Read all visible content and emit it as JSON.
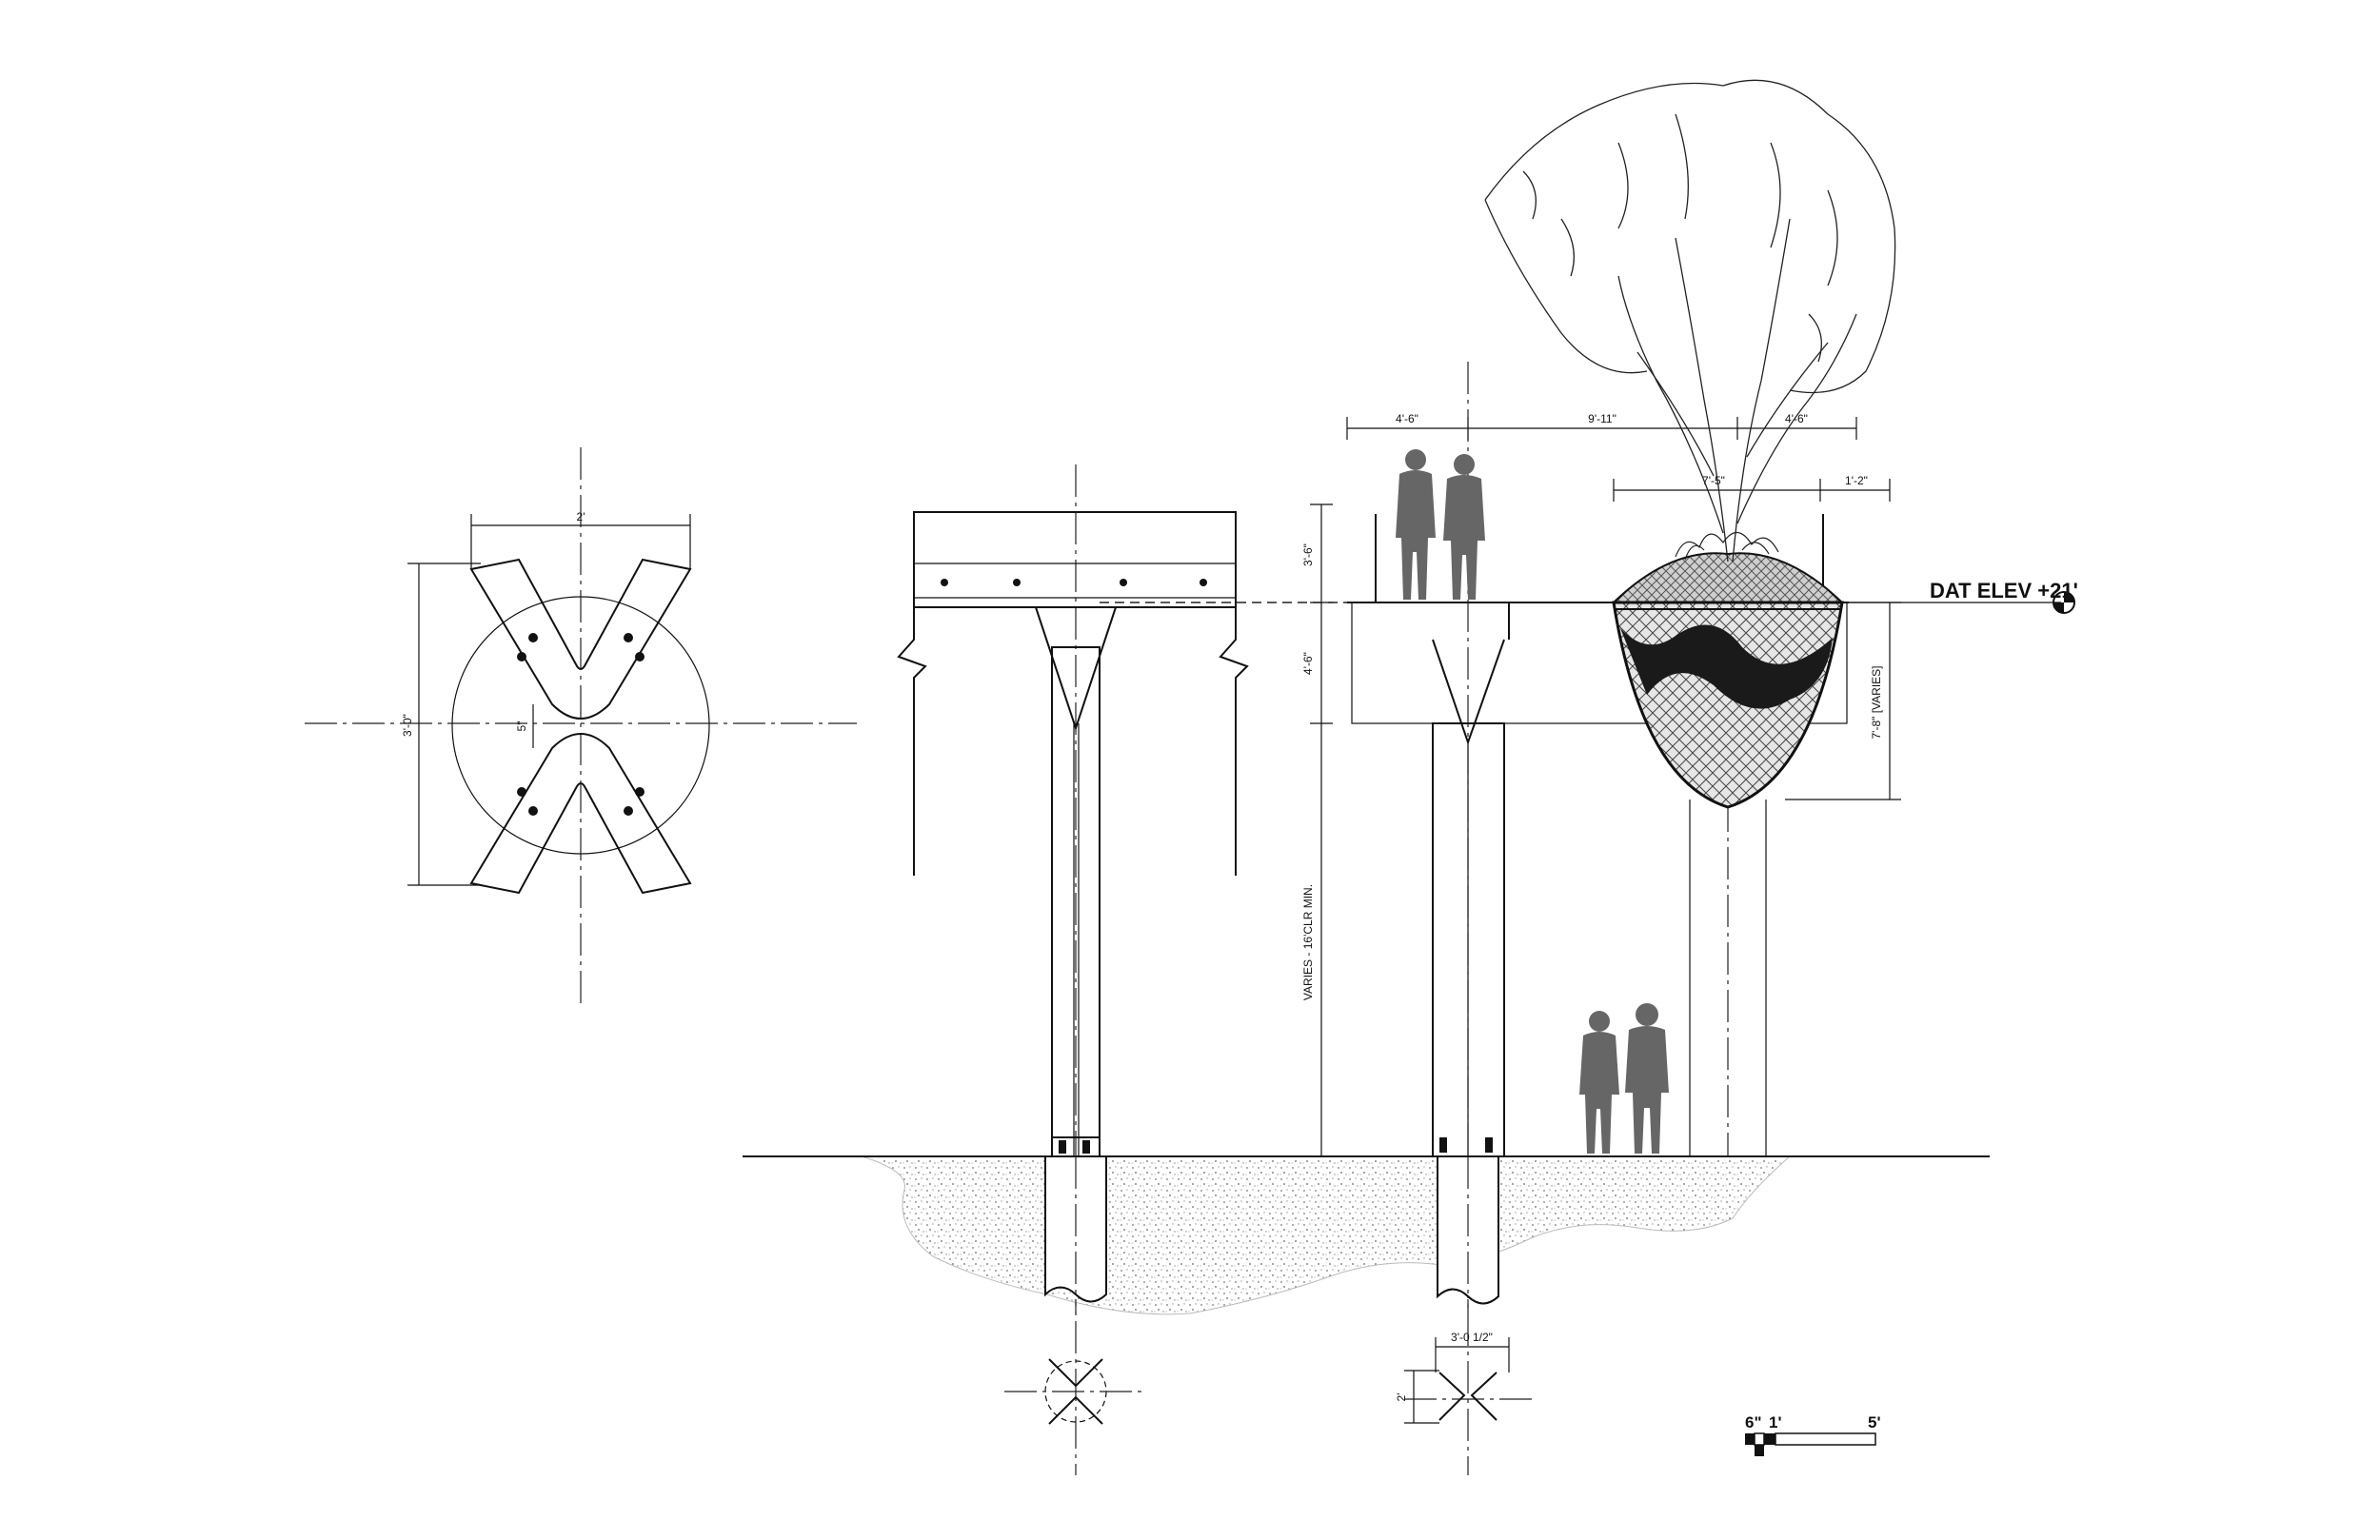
{
  "plan_dims": {
    "width": "2'",
    "height": "3'-0\"",
    "gap": "5\""
  },
  "section_dims": {
    "left_cantilever": "4'-6\"",
    "span": "9'-11\"",
    "right_cantilever": "4'-6\"",
    "planter_width": "7'-5\"",
    "planter_offset": "1'-2\"",
    "rail_height": "3'-6\"",
    "beam_depth": "4'-6\"",
    "clearance": "VARIES - 16'CLR MIN.",
    "planter_depth": "7'-8\" [VARIES]"
  },
  "datum_label": "DAT ELEV +21'",
  "base_plan_dims": {
    "width": "3'-0 1/2\"",
    "height": "2'"
  },
  "scale_bar": {
    "label_6in": "6\"",
    "label_1ft": "1'",
    "label_5ft": "5'"
  },
  "colors": {
    "line": "#111111",
    "person": "#666666",
    "soil_dark": "#1a1a1a",
    "planter_hatch": "#777777"
  }
}
